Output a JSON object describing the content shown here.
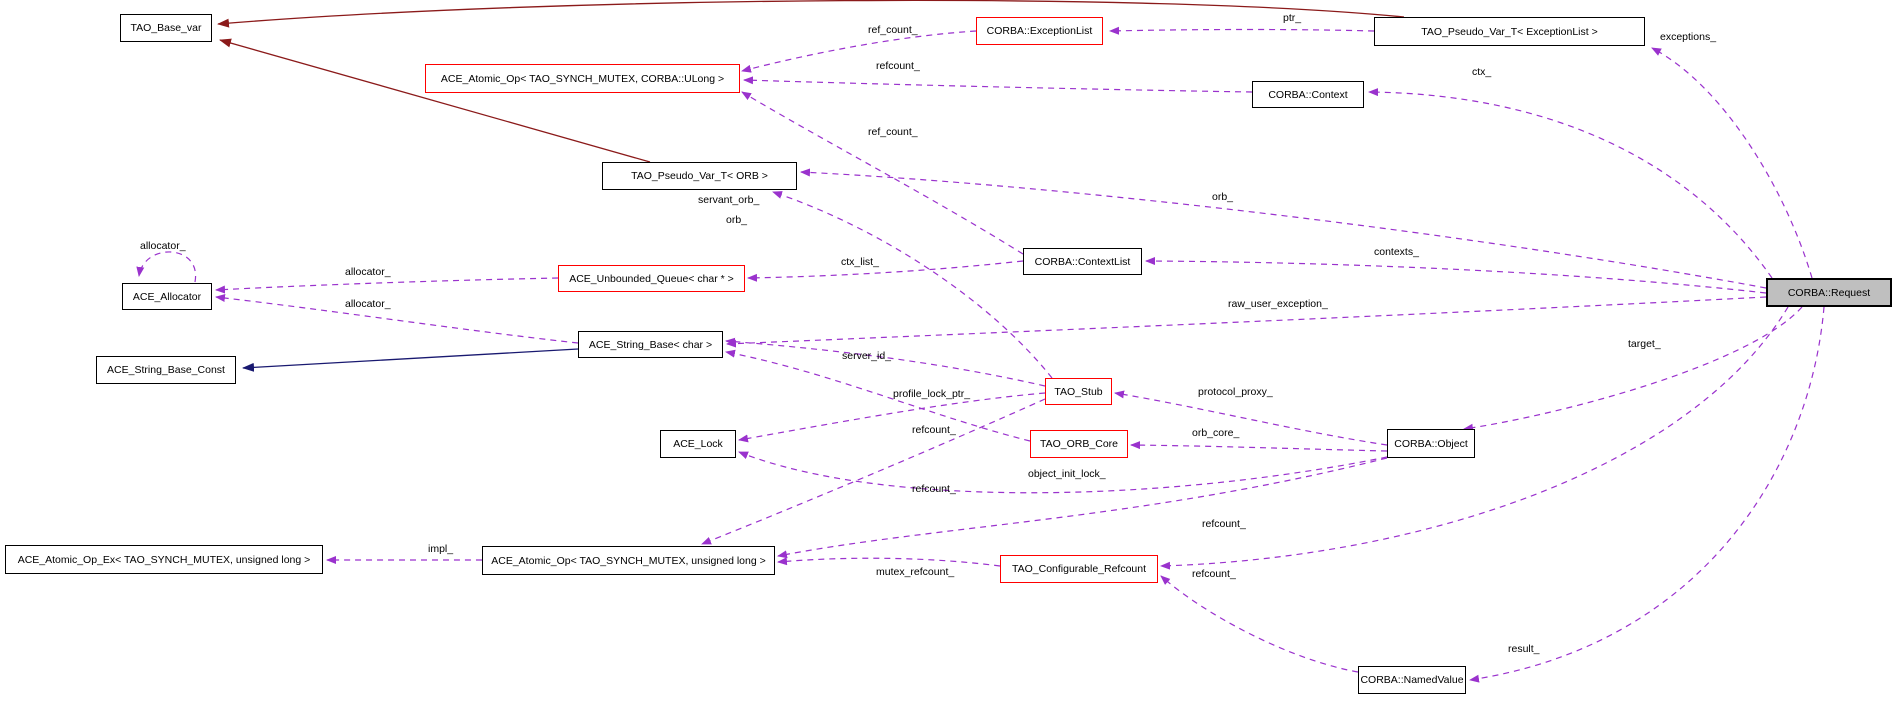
{
  "diagram": {
    "kind": "doxygen-collaboration-graph",
    "focus_class": "CORBA::Request",
    "colors": {
      "association_edge": "#9a32cd",
      "inheritance_public": "#191970",
      "inheritance_protected": "#8b1a1a",
      "node_border": "#000000",
      "node_border_template_or_linked": "#ff0000",
      "focus_node_fill": "#bfbfbf",
      "background": "#ffffff"
    },
    "nodes": [
      {
        "id": "base_var",
        "label": "TAO_Base_var"
      },
      {
        "id": "exc_list",
        "label": "CORBA::ExceptionList"
      },
      {
        "id": "pseudo_exc",
        "label": "TAO_Pseudo_Var_T< ExceptionList >"
      },
      {
        "id": "atomic_ulong",
        "label": "ACE_Atomic_Op< TAO_SYNCH_MUTEX, CORBA::ULong >"
      },
      {
        "id": "context",
        "label": "CORBA::Context"
      },
      {
        "id": "pseudo_orb",
        "label": "TAO_Pseudo_Var_T< ORB >"
      },
      {
        "id": "context_list",
        "label": "CORBA::ContextList"
      },
      {
        "id": "allocator",
        "label": "ACE_Allocator"
      },
      {
        "id": "unbounded_queue",
        "label": "ACE_Unbounded_Queue< char * >"
      },
      {
        "id": "string_base",
        "label": "ACE_String_Base< char >"
      },
      {
        "id": "string_base_const",
        "label": "ACE_String_Base_Const"
      },
      {
        "id": "tao_stub",
        "label": "TAO_Stub"
      },
      {
        "id": "ace_lock",
        "label": "ACE_Lock"
      },
      {
        "id": "orb_core",
        "label": "TAO_ORB_Core"
      },
      {
        "id": "corba_object",
        "label": "CORBA::Object"
      },
      {
        "id": "atomic_ex",
        "label": "ACE_Atomic_Op_Ex< TAO_SYNCH_MUTEX, unsigned long >"
      },
      {
        "id": "atomic_ul",
        "label": "ACE_Atomic_Op< TAO_SYNCH_MUTEX, unsigned long >"
      },
      {
        "id": "tao_config",
        "label": "TAO_Configurable_Refcount"
      },
      {
        "id": "named_value",
        "label": "CORBA::NamedValue"
      },
      {
        "id": "request",
        "label": "CORBA::Request"
      }
    ],
    "edge_labels": [
      {
        "text": "ptr_"
      },
      {
        "text": "exceptions_"
      },
      {
        "text": "ctx_"
      },
      {
        "text": "ref_count_"
      },
      {
        "text": "refcount_"
      },
      {
        "text": "ref_count_"
      },
      {
        "text": "orb_"
      },
      {
        "text": "servant_orb_"
      },
      {
        "text": "orb_"
      },
      {
        "text": "contexts_"
      },
      {
        "text": "ctx_list_"
      },
      {
        "text": "raw_user_exception_"
      },
      {
        "text": "allocator_"
      },
      {
        "text": "allocator_"
      },
      {
        "text": "allocator_"
      },
      {
        "text": "server_id_"
      },
      {
        "text": "target_"
      },
      {
        "text": "protocol_proxy_"
      },
      {
        "text": "profile_lock_ptr_"
      },
      {
        "text": "orb_core_"
      },
      {
        "text": "refcount_"
      },
      {
        "text": "object_init_lock_"
      },
      {
        "text": "refcount_"
      },
      {
        "text": "refcount_"
      },
      {
        "text": "refcount_"
      },
      {
        "text": "mutex_refcount_"
      },
      {
        "text": "impl_"
      },
      {
        "text": "result_"
      }
    ]
  }
}
